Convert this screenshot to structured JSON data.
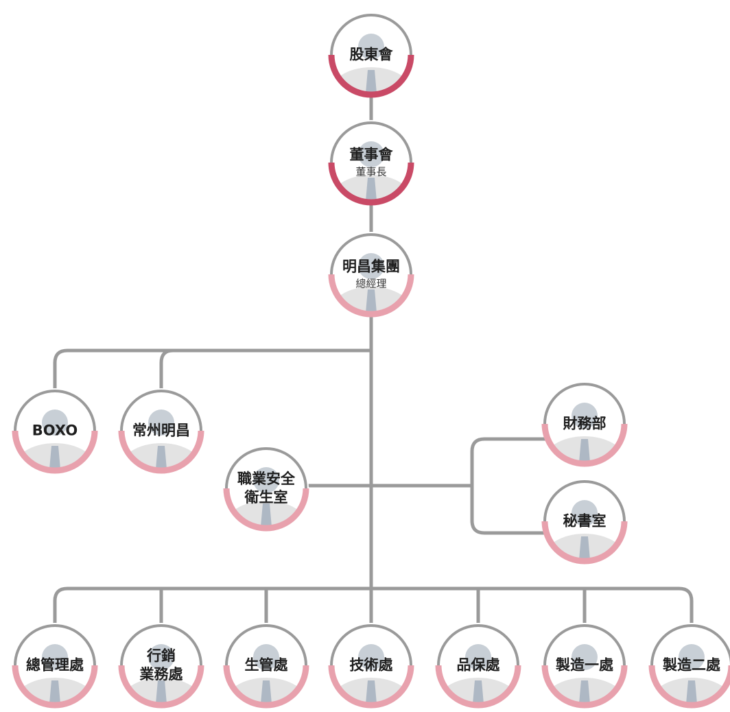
{
  "colors": {
    "connector": "#9a9a9a",
    "ring": "#9a9a9a",
    "accent_strong": "#c94a66",
    "accent_light": "#e8a1ad",
    "avatar": "#e3e3e3",
    "avatar_head": "#c8cfd6",
    "tie": "#aeb8c4"
  },
  "icon": "person-avatar-icon",
  "org": {
    "shareholders": {
      "title": "股東會",
      "subtitle": "",
      "accent": "strong"
    },
    "board": {
      "title": "董事會",
      "subtitle": "董事長",
      "accent": "strong"
    },
    "group": {
      "title": "明昌集團",
      "subtitle": "總經理",
      "accent": "light"
    },
    "subsidiaries": [
      {
        "title": "BOXO",
        "subtitle": "",
        "accent": "light"
      },
      {
        "title": "常州明昌",
        "subtitle": "",
        "accent": "light"
      }
    ],
    "safety": {
      "title": "職業安全\n衛生室",
      "subtitle": "",
      "accent": "light"
    },
    "staff": [
      {
        "title": "財務部",
        "subtitle": "",
        "accent": "light"
      },
      {
        "title": "秘書室",
        "subtitle": "",
        "accent": "light"
      }
    ],
    "divisions": [
      {
        "title": "總管理處",
        "subtitle": "",
        "accent": "light"
      },
      {
        "title": "行銷\n業務處",
        "subtitle": "",
        "accent": "light"
      },
      {
        "title": "生管處",
        "subtitle": "",
        "accent": "light"
      },
      {
        "title": "技術處",
        "subtitle": "",
        "accent": "light"
      },
      {
        "title": "品保處",
        "subtitle": "",
        "accent": "light"
      },
      {
        "title": "製造一處",
        "subtitle": "",
        "accent": "light"
      },
      {
        "title": "製造二處",
        "subtitle": "",
        "accent": "light"
      }
    ]
  }
}
